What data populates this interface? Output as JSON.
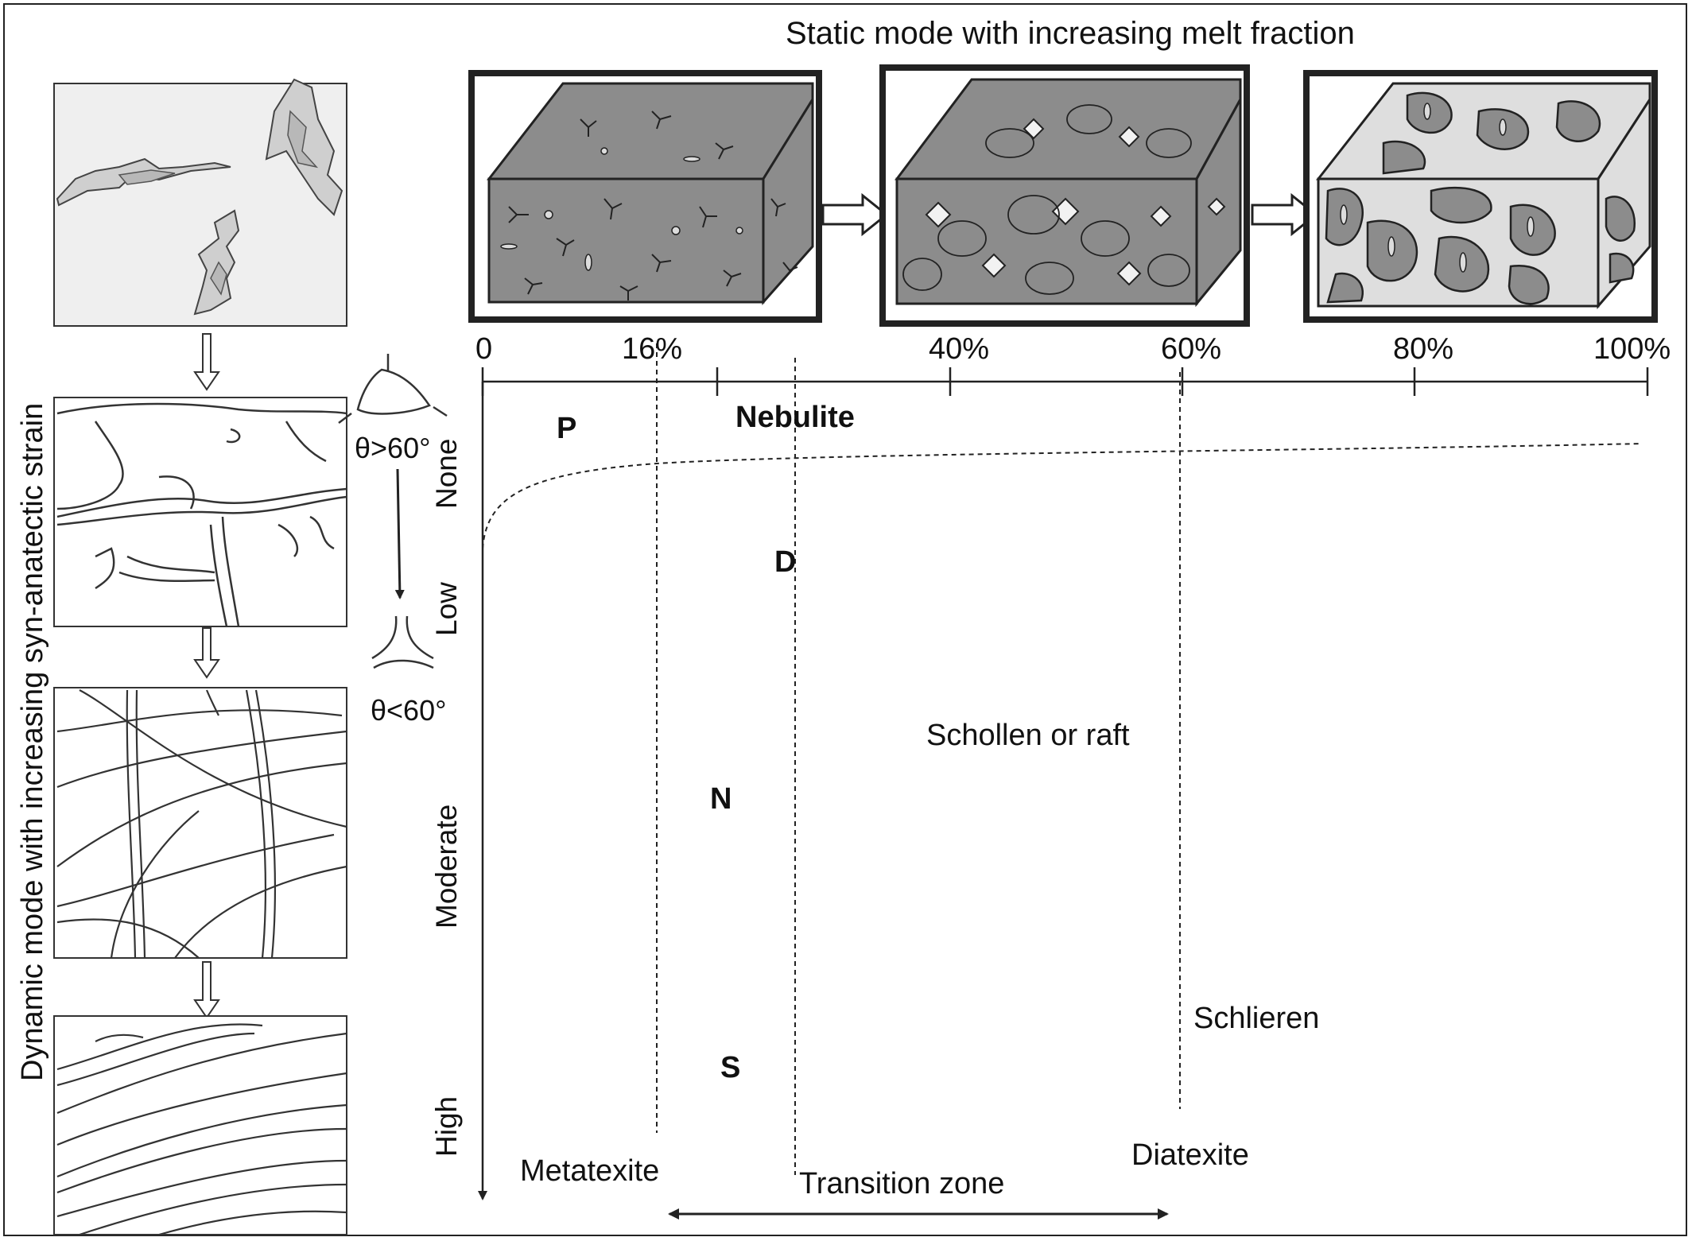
{
  "title": "Static mode with increasing melt fraction",
  "melt_ticks": [
    "0",
    "16%",
    "40%",
    "60%",
    "80%",
    "100%"
  ],
  "dynamic_axis_label": "Dynamic mode with increasing syn-anatectic strain",
  "strain_levels": [
    "None",
    "Low",
    "Moderate",
    "High"
  ],
  "angle_labels": {
    "high": "θ>60°",
    "low": "θ<60°"
  },
  "mode_letters": {
    "p": "P",
    "d": "D",
    "n": "N",
    "s": "S"
  },
  "stage_labels": {
    "nebulite": "Nebulite",
    "schollen": "Schollen or raft",
    "schlieren": "Schlieren",
    "metatexite": "Metatexite",
    "transition": "Transition zone",
    "diatexite": "Diatexite"
  },
  "colors": {
    "grain_fill": "#8c8c8c",
    "melt_fill": "#dedede",
    "line": "#222222"
  }
}
